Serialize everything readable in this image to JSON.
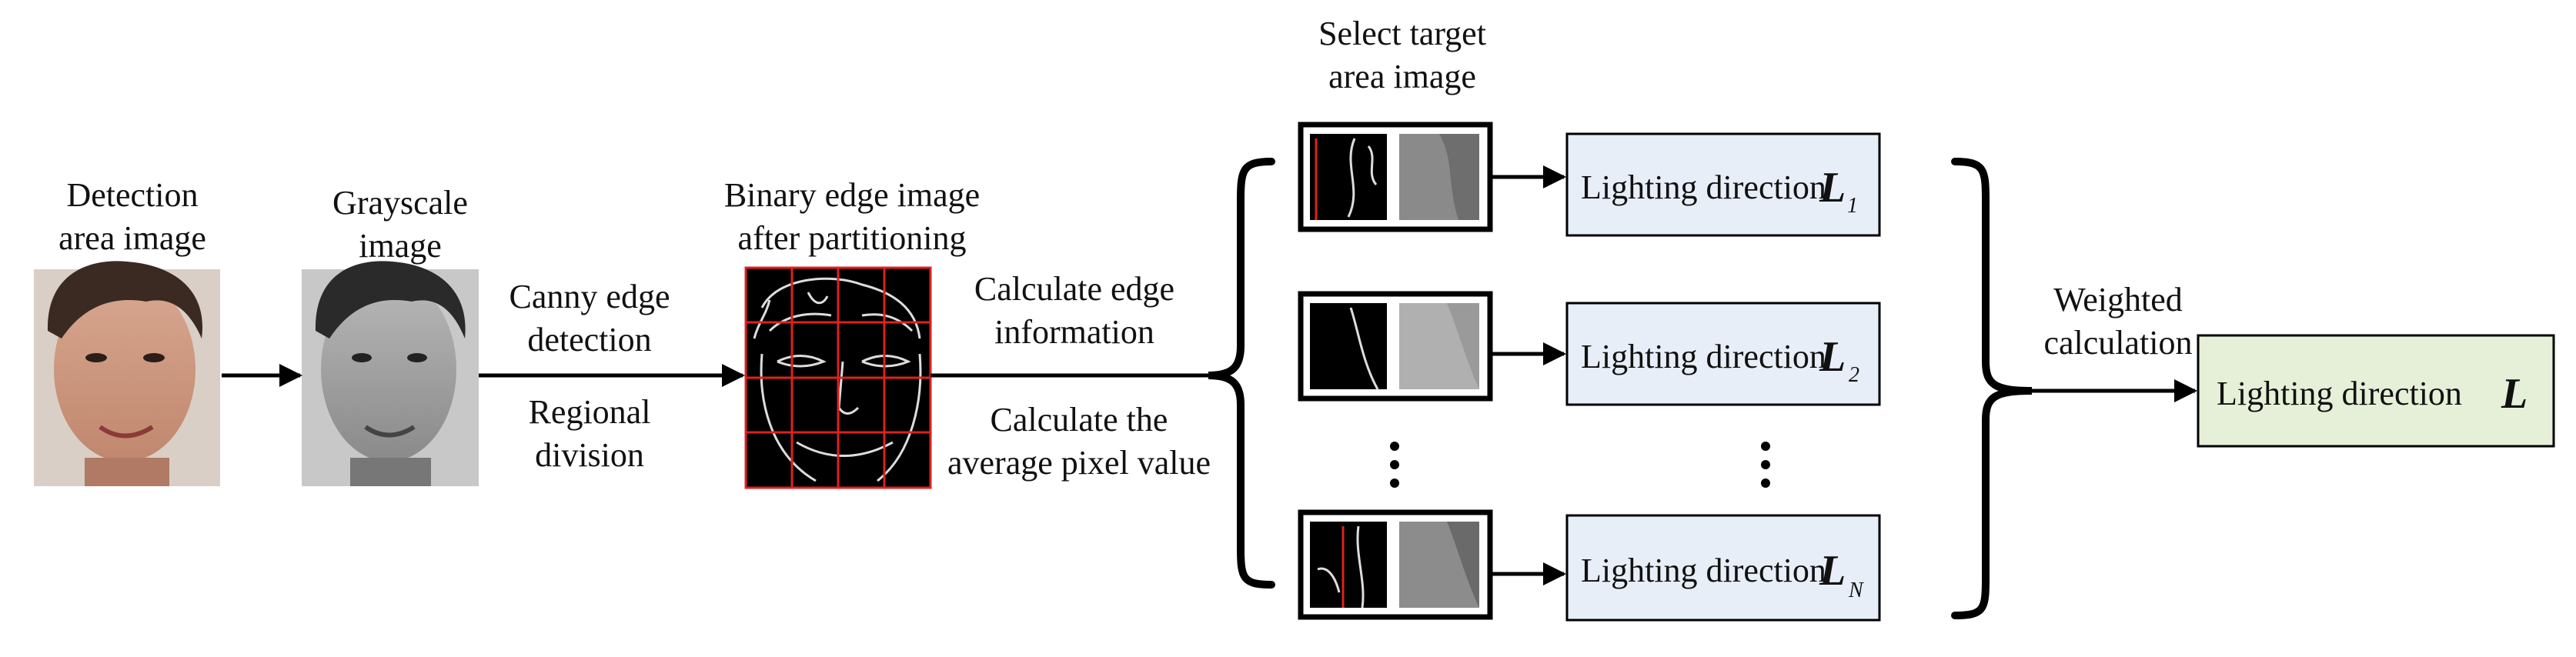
{
  "colors": {
    "box_fill": "#e8eef8",
    "final_box_fill": "#e6f0d8",
    "grid_line": "#e02020",
    "skin": "#c9947c",
    "hair": "#3b2a22"
  },
  "labels": {
    "detection_line1": "Detection",
    "detection_line2": "area image",
    "gray_line1": "Grayscale",
    "gray_line2": "image",
    "canny_line1": "Canny edge",
    "canny_line2": "detection",
    "regional_line1": "Regional",
    "regional_line2": "division",
    "binary_line1": "Binary edge image",
    "binary_line2": "after partitioning",
    "calc_edge_line1": "Calculate edge",
    "calc_edge_line2": "information",
    "calc_avg_line1": "Calculate the",
    "calc_avg_line2": "average pixel value",
    "select_line1": "Select target",
    "select_line2": "area image",
    "weighted_line1": "Weighted",
    "weighted_line2": "calculation"
  },
  "boxes": {
    "lighting_text": "Lighting direction",
    "symbol": "L",
    "sub_1": "1",
    "sub_2": "2",
    "sub_n": "N",
    "ellipsis": "⋮"
  }
}
